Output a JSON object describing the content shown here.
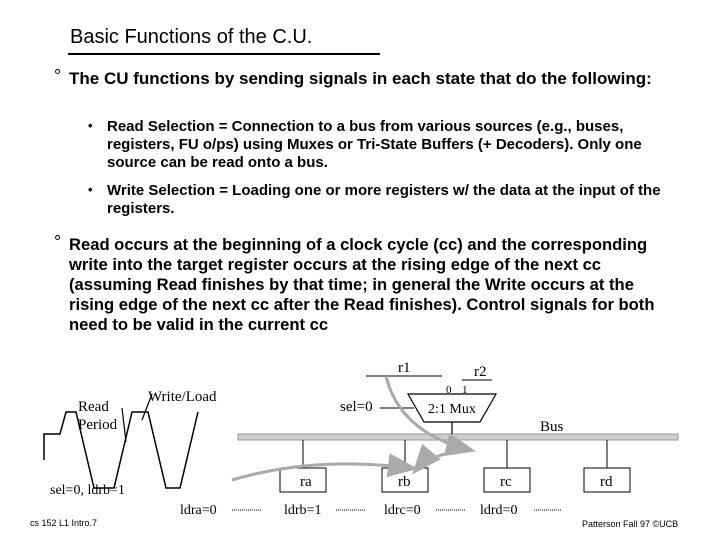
{
  "slide": {
    "title": "Basic Functions of the C.U.",
    "bullet_mark": "°",
    "sub_mark": "•",
    "bullets": [
      {
        "text": "The CU functions by sending signals in each state that do the following:",
        "sub": [
          "Read Selection = Connection to a bus from various sources (e.g., buses, registers, FU o/ps) using Muxes or Tri-State Buffers (+ Decoders). Only one source can be read onto a bus.",
          "Write Selection = Loading one or more registers w/ the data at the input of the registers."
        ]
      },
      {
        "text": "Read occurs at the beginning of a clock cycle (cc) and the corresponding write into the target register occurs at the rising edge of the next cc (assuming Read finishes by that time; in general the Write occurs at the rising edge of the next cc after the Read finishes). Control signals for both need to be valid in the current cc"
      }
    ]
  },
  "diagram": {
    "read_period_line1": "Read",
    "read_period_line2": "Period",
    "write_load": "Write/Load",
    "sel_ldrb": "sel=0, ldrb=1",
    "sel0": "sel=0",
    "r1": "r1",
    "r2": "r2",
    "mux_in0": "0",
    "mux_in1": "1",
    "mux_label": "2:1 Mux",
    "bus_label": "Bus",
    "registers": [
      "ra",
      "rb",
      "rc",
      "rd"
    ],
    "loads": [
      "ldra=0",
      "ldrb=1",
      "ldrc=0",
      "ldrd=0"
    ]
  },
  "footer": {
    "left": "cs 152 L1 Intro.7",
    "right": "Patterson Fall 97 ©UCB"
  }
}
